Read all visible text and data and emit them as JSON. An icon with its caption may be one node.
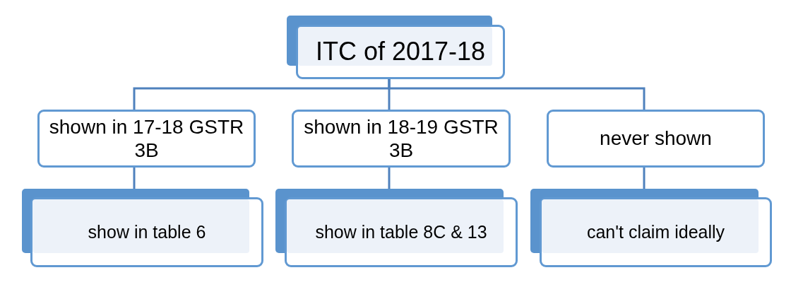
{
  "diagram": {
    "nodes": [
      {
        "text": [
          "ITC of 2017-18"
        ]
      },
      {
        "text": [
          "shown in 17-18 GSTR 3B"
        ]
      },
      {
        "text": [
          "shown in 18-19 GSTR 3B"
        ]
      },
      {
        "text": [
          "never shown"
        ]
      },
      {
        "text": [
          "show in table 6"
        ]
      },
      {
        "text": [
          "show in table 8C & 13"
        ]
      },
      {
        "text": [
          "can't claim ideally"
        ]
      }
    ],
    "edges": [
      {
        "from": 0,
        "to": 1,
        "arrow": "none"
      },
      {
        "from": 0,
        "to": 2,
        "arrow": "none"
      },
      {
        "from": 0,
        "to": 3,
        "arrow": "none"
      },
      {
        "from": 1,
        "to": 4,
        "arrow": "none"
      },
      {
        "from": 2,
        "to": 5,
        "arrow": "none"
      },
      {
        "from": 3,
        "to": 6,
        "arrow": "none"
      }
    ]
  }
}
